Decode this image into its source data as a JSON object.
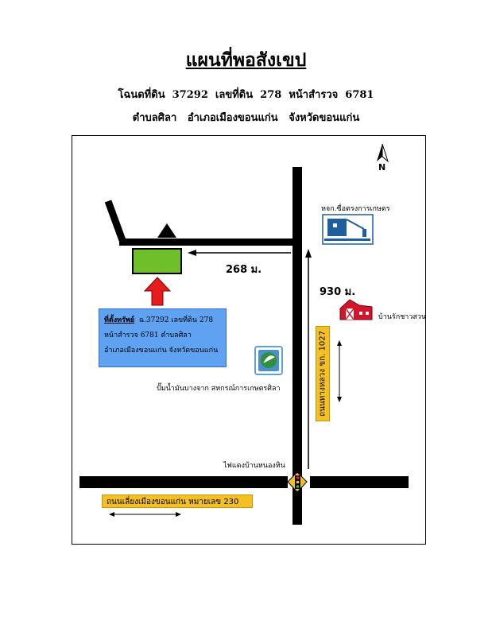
{
  "header": {
    "title": "แผนที่พอสังเขป",
    "line1": "โฉนดที่ดิน  37292  เลขที่ดิน  278  หน้าสำรวจ  6781",
    "line2": "ตำบลศิลา   อำเภอเมืองขอนแก่น   จังหวัดขอนแก่น"
  },
  "map": {
    "north_label": "N",
    "distance_west": "268  ม.",
    "distance_north": "930  ม.",
    "landmarks": {
      "office": "หจก.ซื่อตรงการเกษตร",
      "farm": "บ้านรักชาวสวน",
      "gas_station": "ปั๊มน้ำมันบางจาก สหกรณ์การเกษตรศิลา",
      "traffic_light": "ไฟแดงบ้านหนองหิน"
    },
    "roads": {
      "main_road": "ถนนเลี่ยงเมืองขอนแก่น หมายเลข 230",
      "side_road": "ถนนทางหลวง ขก. 1027"
    },
    "property": {
      "heading": "ที่ตั้งทรัพย์",
      "line1": "ฉ.37292  เลขที่ดิน   278",
      "line2": "หน้าสำรวจ   6781    ตำบลศิลา",
      "line3": "อำเภอเมืองขอนแก่น  จังหวัดขอนแก่น"
    },
    "colors": {
      "parcel": "#6fbf2a",
      "info_box": "#5fa2f2",
      "road_label": "#f5c023",
      "pointer_arrow": "#e81c1c"
    }
  }
}
